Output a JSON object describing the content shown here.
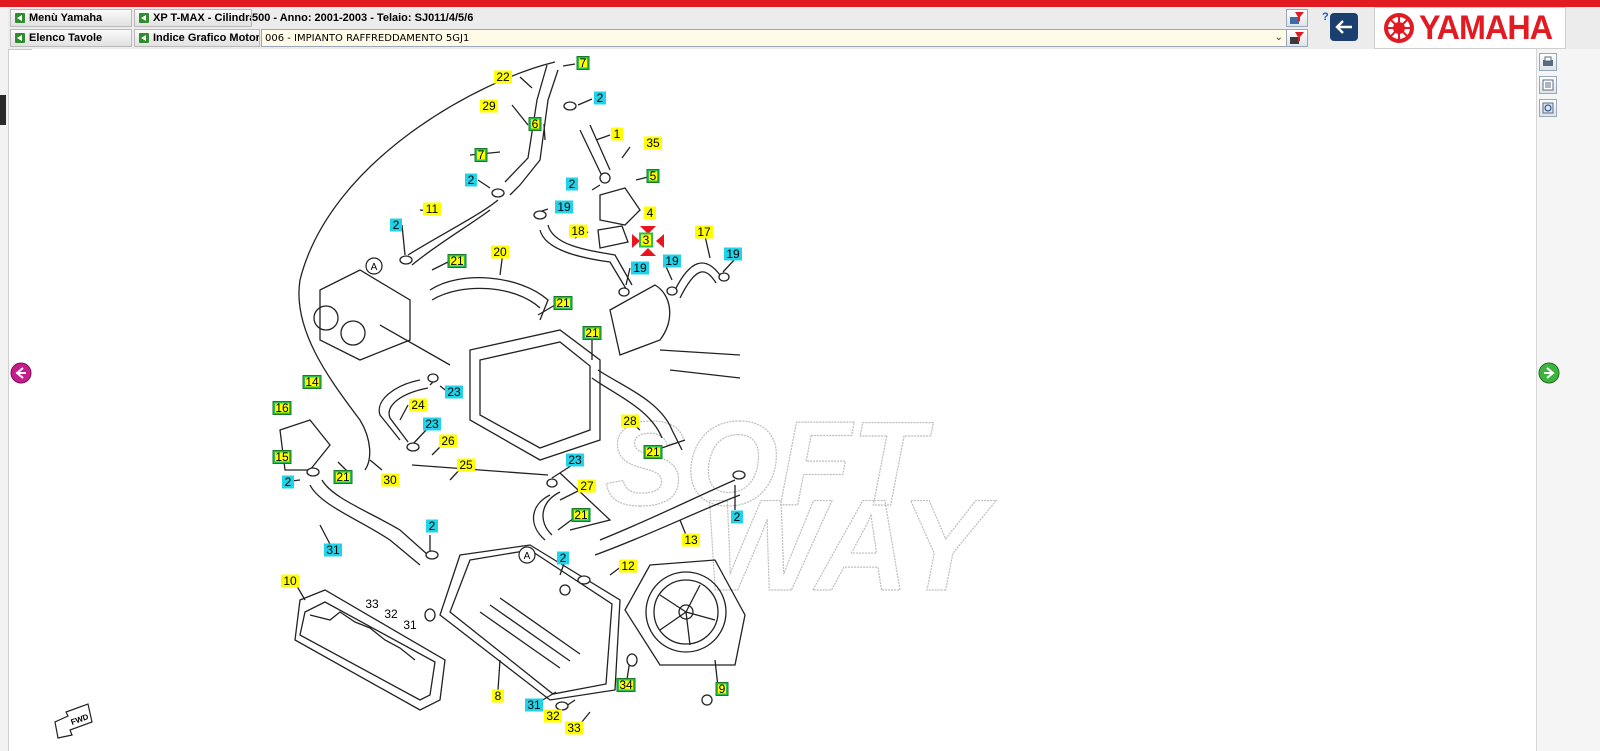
{
  "toolbar": {
    "menu_yamaha": "Menù Yamaha",
    "elenco_tavole": "Elenco Tavole",
    "model_name": "XP T-MAX - Cilindrata:",
    "model_details": "500 - Anno: 2001-2003 - Telaio: SJ011/4/5/6",
    "indice_grafico": "Indice Grafico Motore",
    "selected_table": "006 - IMPIANTO RAFFREDDAMENTO 5GJ1",
    "help_label": "?"
  },
  "logo": {
    "brand": "YAMAHA"
  },
  "diagram": {
    "watermark_line1": "SOFT",
    "watermark_line2": "WAY",
    "fwd_label": "FWD",
    "circle_a": "A",
    "colors": {
      "yellow": "#ffff00",
      "cyan": "#21d3e8",
      "green": "#26c24b",
      "selected": "#e8141e"
    },
    "callouts": [
      {
        "n": "22",
        "type": "yellow"
      },
      {
        "n": "7",
        "type": "green"
      },
      {
        "n": "2",
        "type": "cyan"
      },
      {
        "n": "29",
        "type": "yellow"
      },
      {
        "n": "6",
        "type": "green"
      },
      {
        "n": "1",
        "type": "yellow"
      },
      {
        "n": "35",
        "type": "yellow"
      },
      {
        "n": "7",
        "type": "green"
      },
      {
        "n": "2",
        "type": "cyan"
      },
      {
        "n": "2",
        "type": "cyan"
      },
      {
        "n": "5",
        "type": "green"
      },
      {
        "n": "11",
        "type": "yellow"
      },
      {
        "n": "19",
        "type": "cyan"
      },
      {
        "n": "4",
        "type": "yellow"
      },
      {
        "n": "2",
        "type": "cyan"
      },
      {
        "n": "18",
        "type": "yellow"
      },
      {
        "n": "3",
        "type": "selected"
      },
      {
        "n": "17",
        "type": "yellow"
      },
      {
        "n": "20",
        "type": "yellow"
      },
      {
        "n": "21",
        "type": "green"
      },
      {
        "n": "19",
        "type": "cyan"
      },
      {
        "n": "19",
        "type": "cyan"
      },
      {
        "n": "19",
        "type": "cyan"
      },
      {
        "n": "21",
        "type": "green"
      },
      {
        "n": "21",
        "type": "green"
      },
      {
        "n": "14",
        "type": "green"
      },
      {
        "n": "23",
        "type": "cyan"
      },
      {
        "n": "16",
        "type": "green"
      },
      {
        "n": "24",
        "type": "yellow"
      },
      {
        "n": "23",
        "type": "cyan"
      },
      {
        "n": "28",
        "type": "yellow"
      },
      {
        "n": "26",
        "type": "yellow"
      },
      {
        "n": "15",
        "type": "green"
      },
      {
        "n": "21",
        "type": "green"
      },
      {
        "n": "21",
        "type": "green"
      },
      {
        "n": "25",
        "type": "yellow"
      },
      {
        "n": "30",
        "type": "yellow"
      },
      {
        "n": "23",
        "type": "cyan"
      },
      {
        "n": "2",
        "type": "cyan"
      },
      {
        "n": "27",
        "type": "yellow"
      },
      {
        "n": "21",
        "type": "green"
      },
      {
        "n": "2",
        "type": "cyan"
      },
      {
        "n": "2",
        "type": "cyan"
      },
      {
        "n": "12",
        "type": "yellow"
      },
      {
        "n": "13",
        "type": "yellow"
      },
      {
        "n": "31",
        "type": "cyan"
      },
      {
        "n": "2",
        "type": "cyan"
      },
      {
        "n": "10",
        "type": "yellow"
      },
      {
        "n": "33",
        "type": "plain"
      },
      {
        "n": "32",
        "type": "plain"
      },
      {
        "n": "31",
        "type": "plain"
      },
      {
        "n": "34",
        "type": "green"
      },
      {
        "n": "9",
        "type": "green"
      },
      {
        "n": "8",
        "type": "yellow"
      },
      {
        "n": "31",
        "type": "cyan"
      },
      {
        "n": "32",
        "type": "yellow"
      },
      {
        "n": "33",
        "type": "yellow"
      }
    ]
  }
}
